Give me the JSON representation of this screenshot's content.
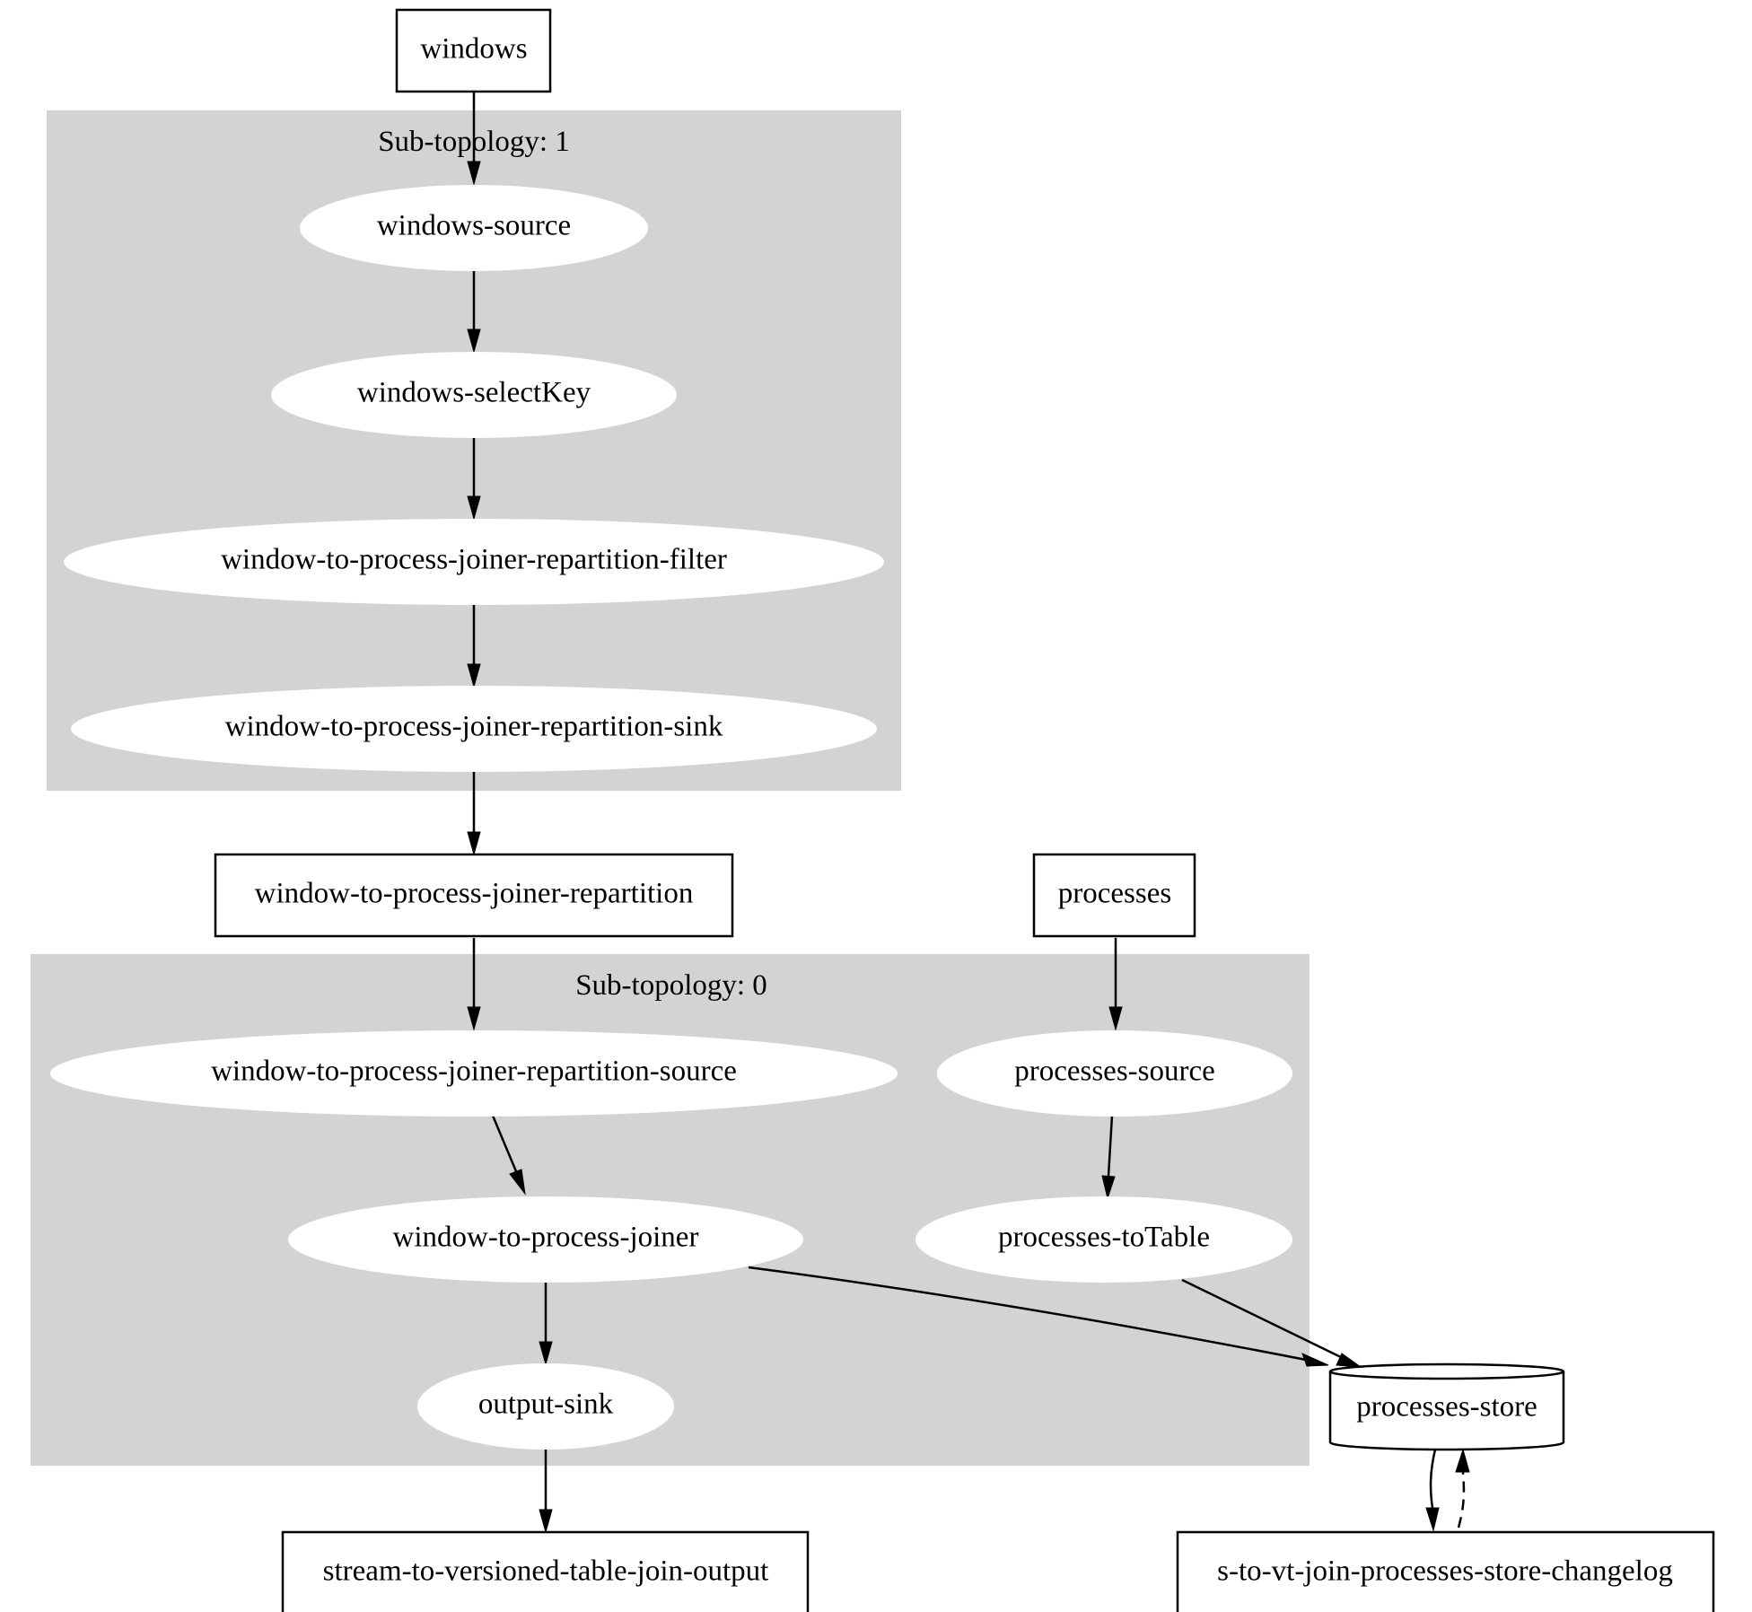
{
  "clusters": [
    {
      "id": "sub1",
      "label": "Sub-topology: 1"
    },
    {
      "id": "sub0",
      "label": "Sub-topology: 0"
    }
  ],
  "topics": {
    "windows": "windows",
    "repartition": "window-to-process-joiner-repartition",
    "processes": "processes",
    "output": "stream-to-versioned-table-join-output",
    "changelog": "s-to-vt-join-processes-store-changelog"
  },
  "processors": {
    "windows_source": "windows-source",
    "windows_selectKey": "windows-selectKey",
    "repartition_filter": "window-to-process-joiner-repartition-filter",
    "repartition_sink": "window-to-process-joiner-repartition-sink",
    "repartition_source": "window-to-process-joiner-repartition-source",
    "processes_source": "processes-source",
    "joiner": "window-to-process-joiner",
    "processes_toTable": "processes-toTable",
    "output_sink": "output-sink"
  },
  "stores": {
    "processes_store": "processes-store"
  },
  "edges": [
    {
      "from": "windows",
      "to": "windows-source",
      "style": "solid"
    },
    {
      "from": "windows-source",
      "to": "windows-selectKey",
      "style": "solid"
    },
    {
      "from": "windows-selectKey",
      "to": "window-to-process-joiner-repartition-filter",
      "style": "solid"
    },
    {
      "from": "window-to-process-joiner-repartition-filter",
      "to": "window-to-process-joiner-repartition-sink",
      "style": "solid"
    },
    {
      "from": "window-to-process-joiner-repartition-sink",
      "to": "window-to-process-joiner-repartition",
      "style": "solid"
    },
    {
      "from": "window-to-process-joiner-repartition",
      "to": "window-to-process-joiner-repartition-source",
      "style": "solid"
    },
    {
      "from": "window-to-process-joiner-repartition-source",
      "to": "window-to-process-joiner",
      "style": "solid"
    },
    {
      "from": "window-to-process-joiner",
      "to": "output-sink",
      "style": "solid"
    },
    {
      "from": "window-to-process-joiner",
      "to": "processes-store",
      "style": "solid"
    },
    {
      "from": "output-sink",
      "to": "stream-to-versioned-table-join-output",
      "style": "solid"
    },
    {
      "from": "processes",
      "to": "processes-source",
      "style": "solid"
    },
    {
      "from": "processes-source",
      "to": "processes-toTable",
      "style": "solid"
    },
    {
      "from": "processes-toTable",
      "to": "processes-store",
      "style": "solid"
    },
    {
      "from": "processes-store",
      "to": "s-to-vt-join-processes-store-changelog",
      "style": "solid"
    },
    {
      "from": "s-to-vt-join-processes-store-changelog",
      "to": "processes-store",
      "style": "dashed"
    }
  ],
  "colors": {
    "cluster_fill": "#d3d3d3",
    "node_fill": "#ffffff",
    "stroke": "#000000",
    "background": "#ffffff"
  }
}
